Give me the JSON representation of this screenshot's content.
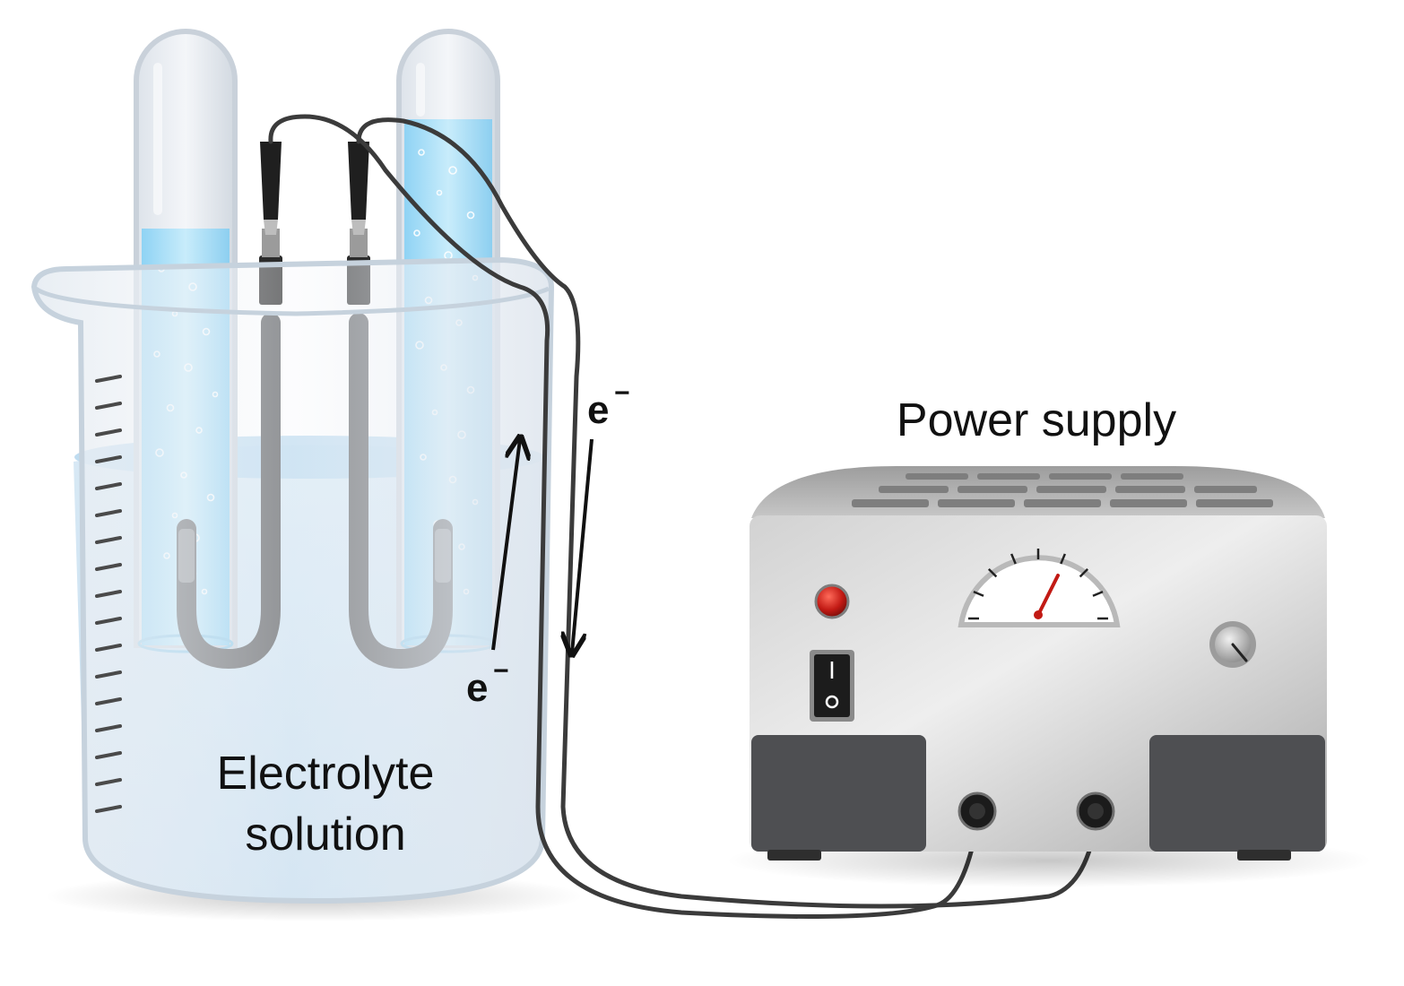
{
  "labels": {
    "power_supply": "Power supply",
    "electrolyte_line1": "Electrolyte",
    "electrolyte_line2": "solution",
    "electron_symbol": "e",
    "electron_charge": "−"
  },
  "switch": {
    "on_mark": "I",
    "off_mark": "O"
  },
  "colors": {
    "electrolyte": "#cfe3f1",
    "gas_liquid": "#aee0f7",
    "electrode": "#5a5c5f",
    "wire": "#3b3b3b",
    "case_light": "#e3e3e3",
    "case_dark": "#9a9a9a",
    "indicator_light": "#c21a14",
    "needle": "#c21a14"
  },
  "icons": [
    "beaker",
    "test-tube",
    "electrode",
    "alligator-clip",
    "wire",
    "power-supply",
    "dial-meter",
    "toggle-switch",
    "indicator-light",
    "knob",
    "terminal",
    "electron-arrow"
  ]
}
